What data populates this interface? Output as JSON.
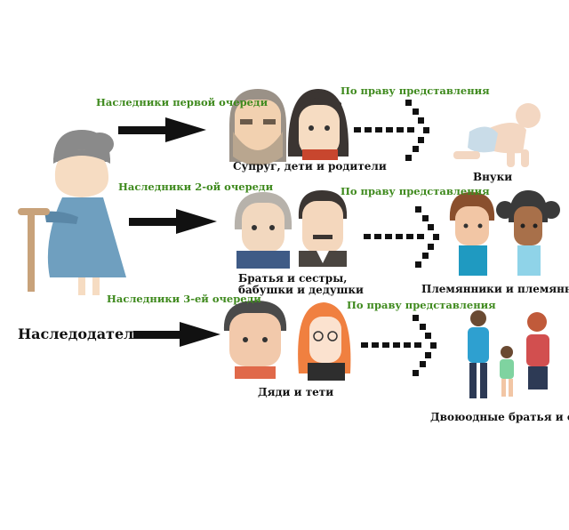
{
  "testator": {
    "label": "Наследодатель"
  },
  "tiers": [
    {
      "heading": "Наследники первой очереди",
      "representation": "По праву представления",
      "heirs": "Супруг, дети и родители",
      "descendants": "Внуки"
    },
    {
      "heading": "Наследники 2-ой очереди",
      "representation": "По праву представления",
      "heirs": "Братья и сестры, бабушки и дедушки",
      "descendants": "Племянники и племянницы"
    },
    {
      "heading": "Наследники 3-ей очереди",
      "representation": "По праву представления",
      "heirs": "Дяди и тети",
      "descendants": "Двоюодные братья и сестры"
    }
  ],
  "colors": {
    "green_text": "#3f8a1e",
    "arrow": "#111111",
    "grandma_dress": "#6f9fbf",
    "skin": "#f6dcc2"
  },
  "icons": [
    "grandmother-icon",
    "walking-cane-icon",
    "arrow-icon",
    "dotted-arrow-icon",
    "grandfather-icon",
    "woman-dark-hair-icon",
    "baby-crawling-icon",
    "grandmother-gray-icon",
    "man-mustache-icon",
    "boy-icon",
    "girl-icon",
    "man-icon",
    "woman-red-hair-icon",
    "family-icon"
  ]
}
